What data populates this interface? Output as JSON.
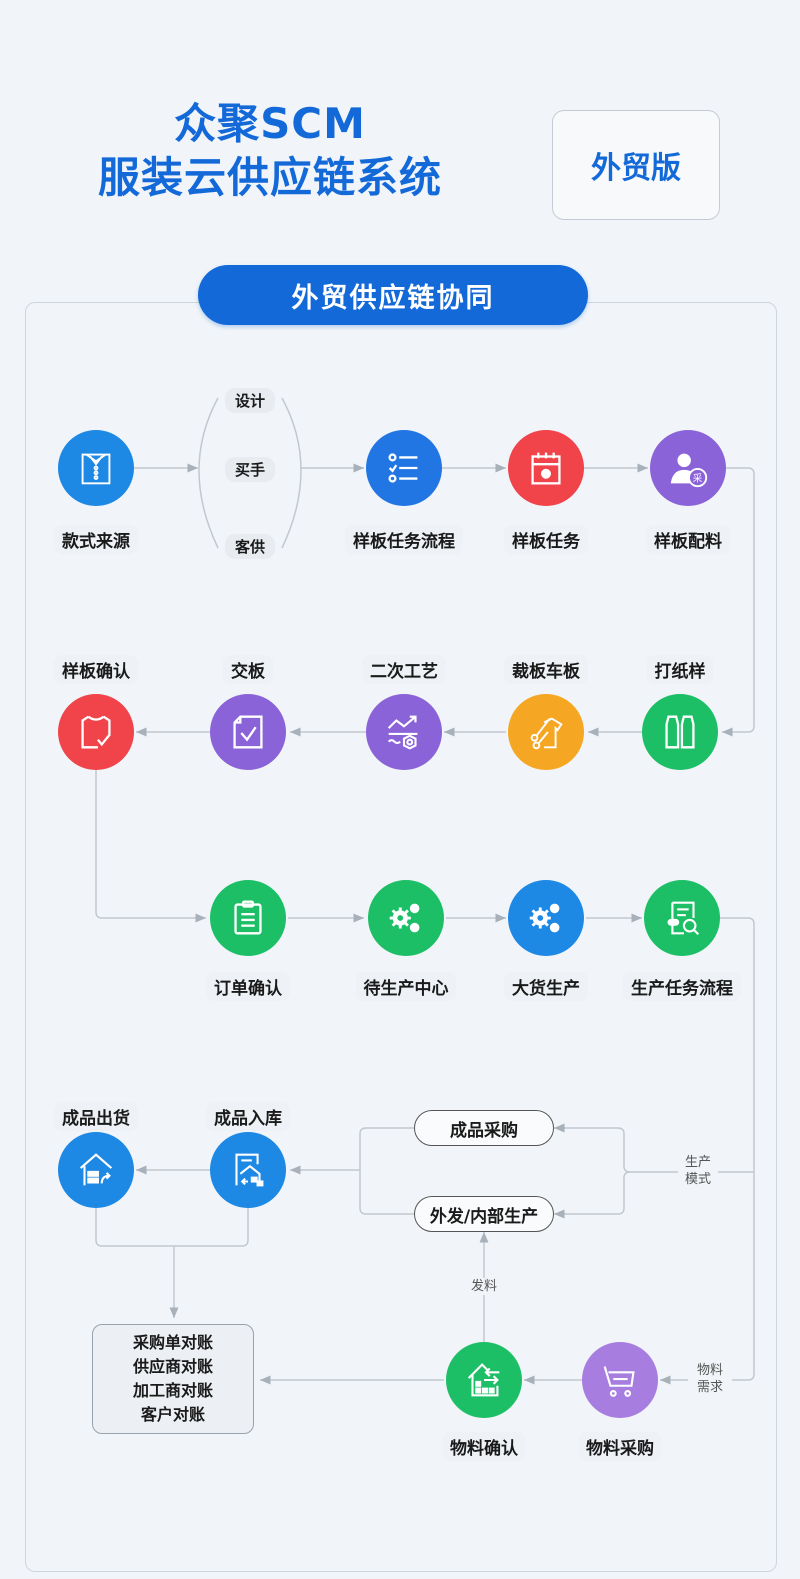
{
  "header": {
    "title_line1": "众聚SCM",
    "title_line2": "服装云供应链系统",
    "edition": "外贸版"
  },
  "section": {
    "title": "外贸供应链协同"
  },
  "colors": {
    "brand_blue": "#1469d9",
    "icon_blue": "#1e88e5",
    "icon_red": "#f0434a",
    "icon_purple": "#8b63d9",
    "icon_orange": "#f5a623",
    "icon_green": "#1dbf66",
    "background": "#f1f5f9"
  },
  "row1": {
    "style_source": {
      "label": "款式来源",
      "icon": "shirt-icon",
      "color": "#1e88e5"
    },
    "sources": [
      "设计",
      "买手",
      "客供"
    ],
    "nodes": [
      {
        "label": "样板任务流程",
        "icon": "checklist-icon",
        "color": "#2176e3"
      },
      {
        "label": "样板任务",
        "icon": "calendar-gear-icon",
        "color": "#f0434a"
      },
      {
        "label": "样板配料",
        "icon": "user-purchase-icon",
        "color": "#8b63d9",
        "badge": "采"
      }
    ]
  },
  "row2": {
    "nodes": [
      {
        "label": "样板确认",
        "icon": "shirt-check-icon",
        "color": "#f0434a"
      },
      {
        "label": "交板",
        "icon": "document-check-icon",
        "color": "#8b63d9"
      },
      {
        "label": "二次工艺",
        "icon": "process-trend-icon",
        "color": "#8b63d9"
      },
      {
        "label": "裁板车板",
        "icon": "scissors-shirt-icon",
        "color": "#f5a623"
      },
      {
        "label": "打纸样",
        "icon": "pattern-vest-icon",
        "color": "#1dbf66"
      }
    ]
  },
  "row3": {
    "nodes": [
      {
        "label": "订单确认",
        "icon": "clipboard-icon",
        "color": "#1dbf66"
      },
      {
        "label": "待生产中心",
        "icon": "gears-icon",
        "color": "#1dbf66"
      },
      {
        "label": "大货生产",
        "icon": "gears-icon",
        "color": "#1e88e5"
      },
      {
        "label": "生产任务流程",
        "icon": "document-search-icon",
        "color": "#1dbf66"
      }
    ]
  },
  "row4": {
    "nodes": [
      {
        "label": "成品出货",
        "icon": "warehouse-out-icon",
        "color": "#1e88e5"
      },
      {
        "label": "成品入库",
        "icon": "warehouse-in-icon",
        "color": "#1e88e5"
      }
    ],
    "production_modes": [
      "成品采购",
      "外发/内部生产"
    ],
    "mode_edge_label": [
      "生产",
      "模式"
    ]
  },
  "row5": {
    "reconciliation": [
      "采购单对账",
      "供应商对账",
      "加工商对账",
      "客户对账"
    ],
    "nodes": [
      {
        "label": "物料确认",
        "icon": "warehouse-transfer-icon",
        "color": "#1dbf66"
      },
      {
        "label": "物料采购",
        "icon": "cart-icon",
        "color": "#a77de0"
      }
    ],
    "dispatch_label": "发料",
    "demand_label": [
      "物料",
      "需求"
    ]
  }
}
